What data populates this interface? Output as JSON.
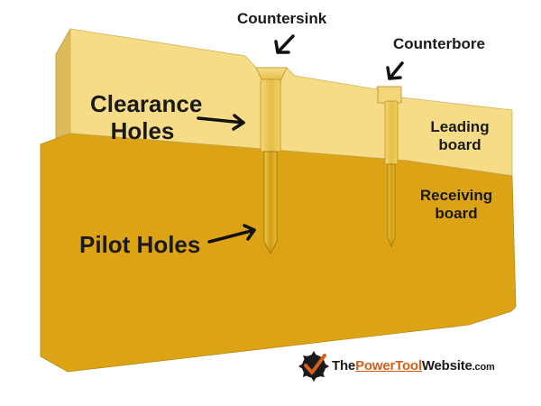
{
  "labels": {
    "countersink": "Countersink",
    "counterbore": "Counterbore",
    "clearance_line1": "Clearance",
    "clearance_line2": "Holes",
    "pilot": "Pilot Holes",
    "leading_line1": "Leading",
    "leading_line2": "board",
    "receiving_line1": "Receiving",
    "receiving_line2": "board"
  },
  "logo": {
    "the": "The",
    "power_tool": "PowerTool",
    "website": "Website",
    "dotcom": ".com"
  },
  "colors": {
    "leading_board": "#f6dc86",
    "leading_side": "#dcbb5a",
    "receiving_board": "#dca415",
    "receiving_side": "#c9910e",
    "hole_fill": "#e7c34a",
    "logo_accent": "#d2601a"
  }
}
